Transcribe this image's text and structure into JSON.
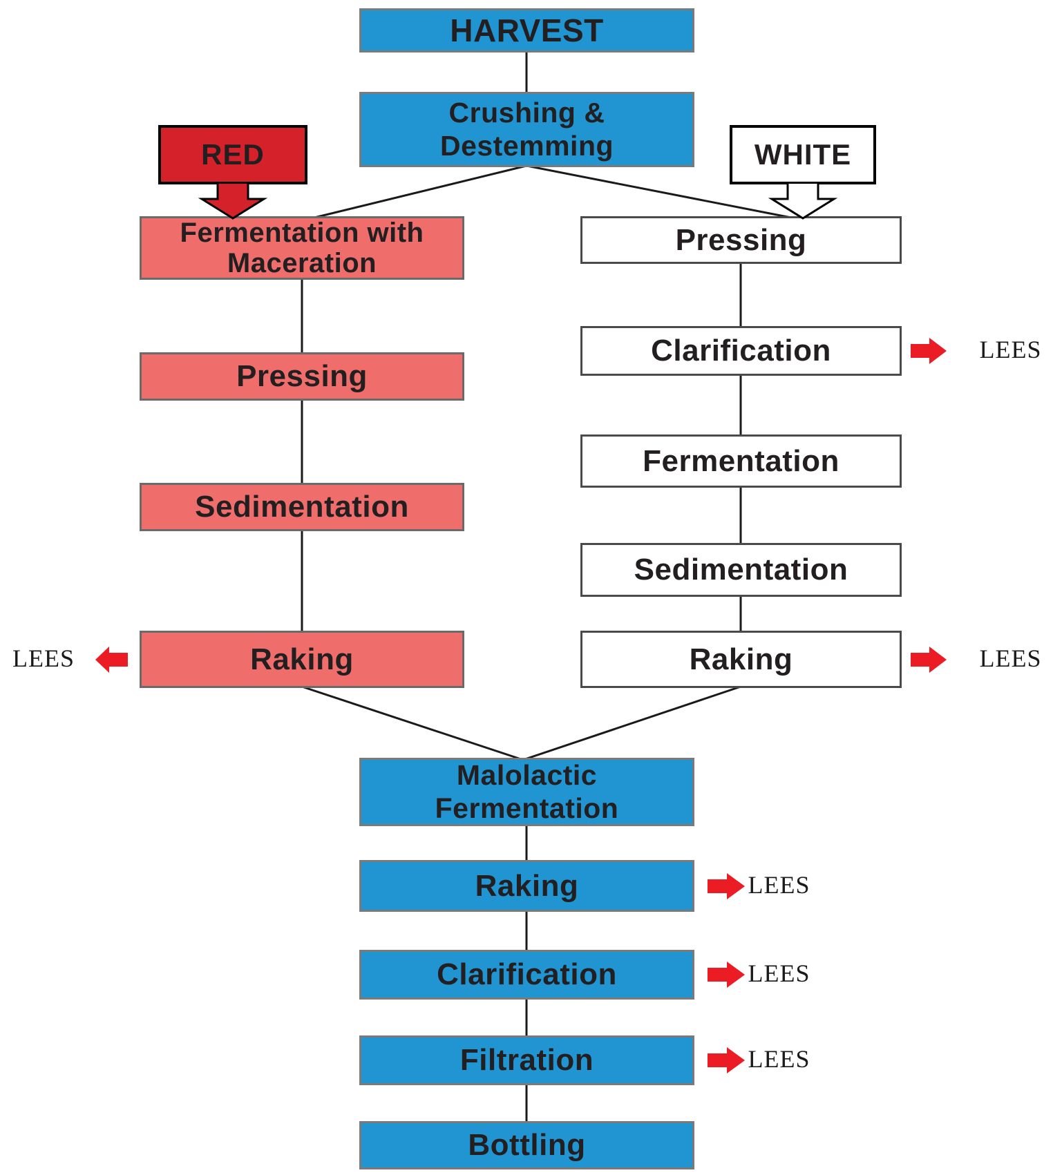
{
  "branch_tags": {
    "red": {
      "label": "RED"
    },
    "white": {
      "label": "WHITE"
    }
  },
  "main_flow": {
    "harvest": {
      "label": "HARVEST"
    },
    "crushing": {
      "line1": "Crushing &",
      "line2": "Destemming"
    },
    "malolactic": {
      "line1": "Malolactic",
      "line2": "Fermentation"
    },
    "raking": {
      "label": "Raking"
    },
    "clarification": {
      "label": "Clarification"
    },
    "filtration": {
      "label": "Filtration"
    },
    "bottling": {
      "label": "Bottling"
    }
  },
  "red_branch": {
    "fermentation_maceration": {
      "line1": "Fermentation with",
      "line2": "Maceration"
    },
    "pressing": {
      "label": "Pressing"
    },
    "sedimentation": {
      "label": "Sedimentation"
    },
    "raking": {
      "label": "Raking"
    }
  },
  "white_branch": {
    "pressing": {
      "label": "Pressing"
    },
    "clarification": {
      "label": "Clarification"
    },
    "fermentation": {
      "label": "Fermentation"
    },
    "sedimentation": {
      "label": "Sedimentation"
    },
    "raking": {
      "label": "Raking"
    }
  },
  "byproduct": {
    "label": "LEES"
  },
  "colors": {
    "process_blue": "#2095d2",
    "red_branch_fill": "#ef6e6c",
    "red_tag_fill": "#d5212a",
    "lees_arrow_red": "#ec1c24"
  }
}
